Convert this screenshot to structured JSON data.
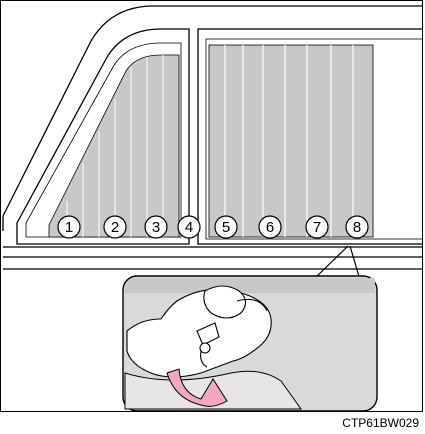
{
  "figure": {
    "caption_code": "CTP61BW029",
    "shade_numbers": [
      "1",
      "2",
      "3",
      "4",
      "5",
      "6",
      "7",
      "8"
    ]
  },
  "colors": {
    "shade": "#c8c8c8",
    "shade_fold": "#e6e6e6",
    "detail_background": "#d9d9d9",
    "arrow": "#f3a7c0",
    "outline": "#000000"
  }
}
